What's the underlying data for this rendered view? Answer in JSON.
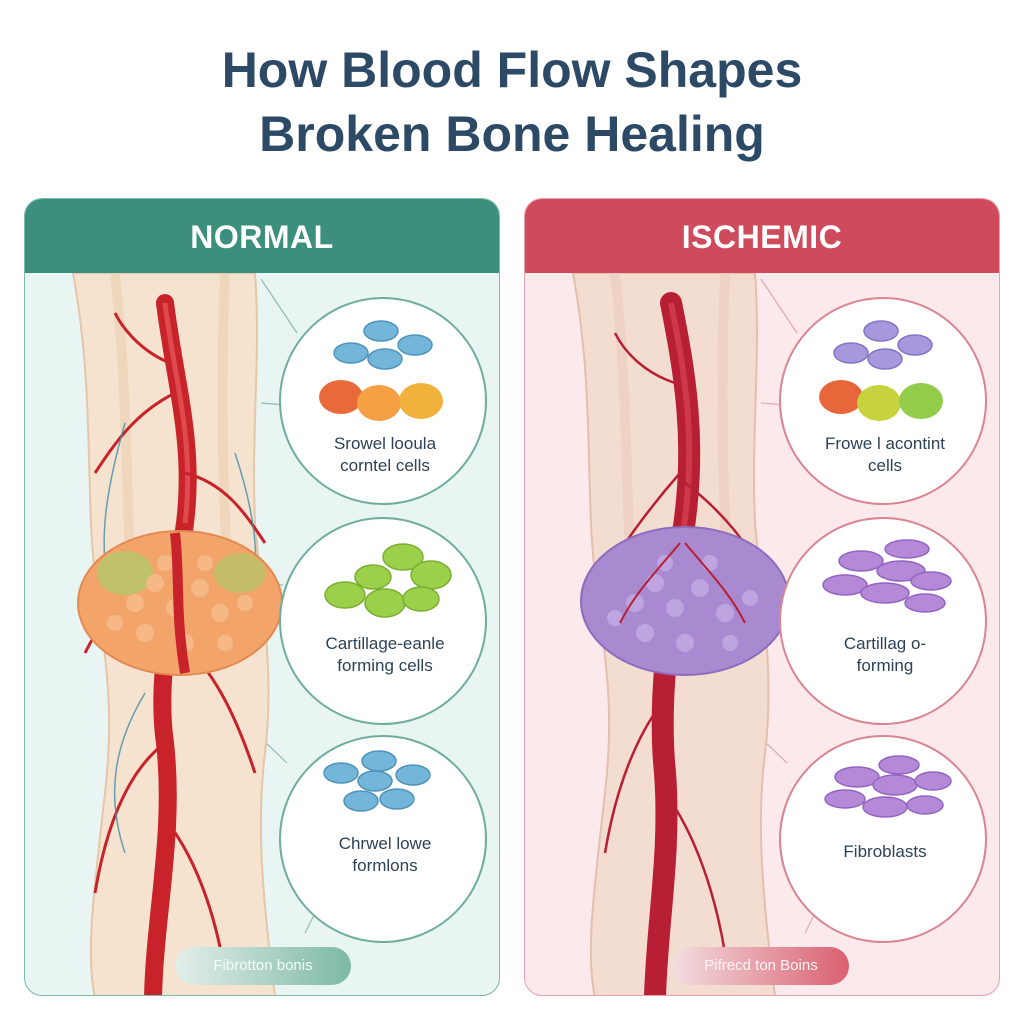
{
  "title": {
    "line1": "How Blood Flow Shapes",
    "line2": "Broken Bone Healing"
  },
  "panels": {
    "normal": {
      "header": "NORMAL",
      "circles": [
        {
          "line1": "Srowel looula",
          "line2": "corntel cells"
        },
        {
          "line1": "Cartillage-eanle",
          "line2": "forming cells"
        },
        {
          "line1": "Chrwel lowe",
          "line2": "formlons"
        }
      ],
      "footer": "Fibrotton bonis"
    },
    "ischemic": {
      "header": "ISCHEMIC",
      "circles": [
        {
          "line1": "Frowe l acontint",
          "line2": "cells"
        },
        {
          "line1": "Cartillag o-",
          "line2": "forming"
        },
        {
          "line1": "Fibroblasts",
          "line2": ""
        }
      ],
      "footer": "Pifrecd ton Boins"
    }
  },
  "colors": {
    "title": "#2c4a66",
    "normal_accent": "#3b8f7c",
    "ischemic_accent": "#cf4a5a",
    "vessel": "#c8232b",
    "normal_callus": "#f2a46b",
    "ischemic_callus": "#a98ad0"
  }
}
